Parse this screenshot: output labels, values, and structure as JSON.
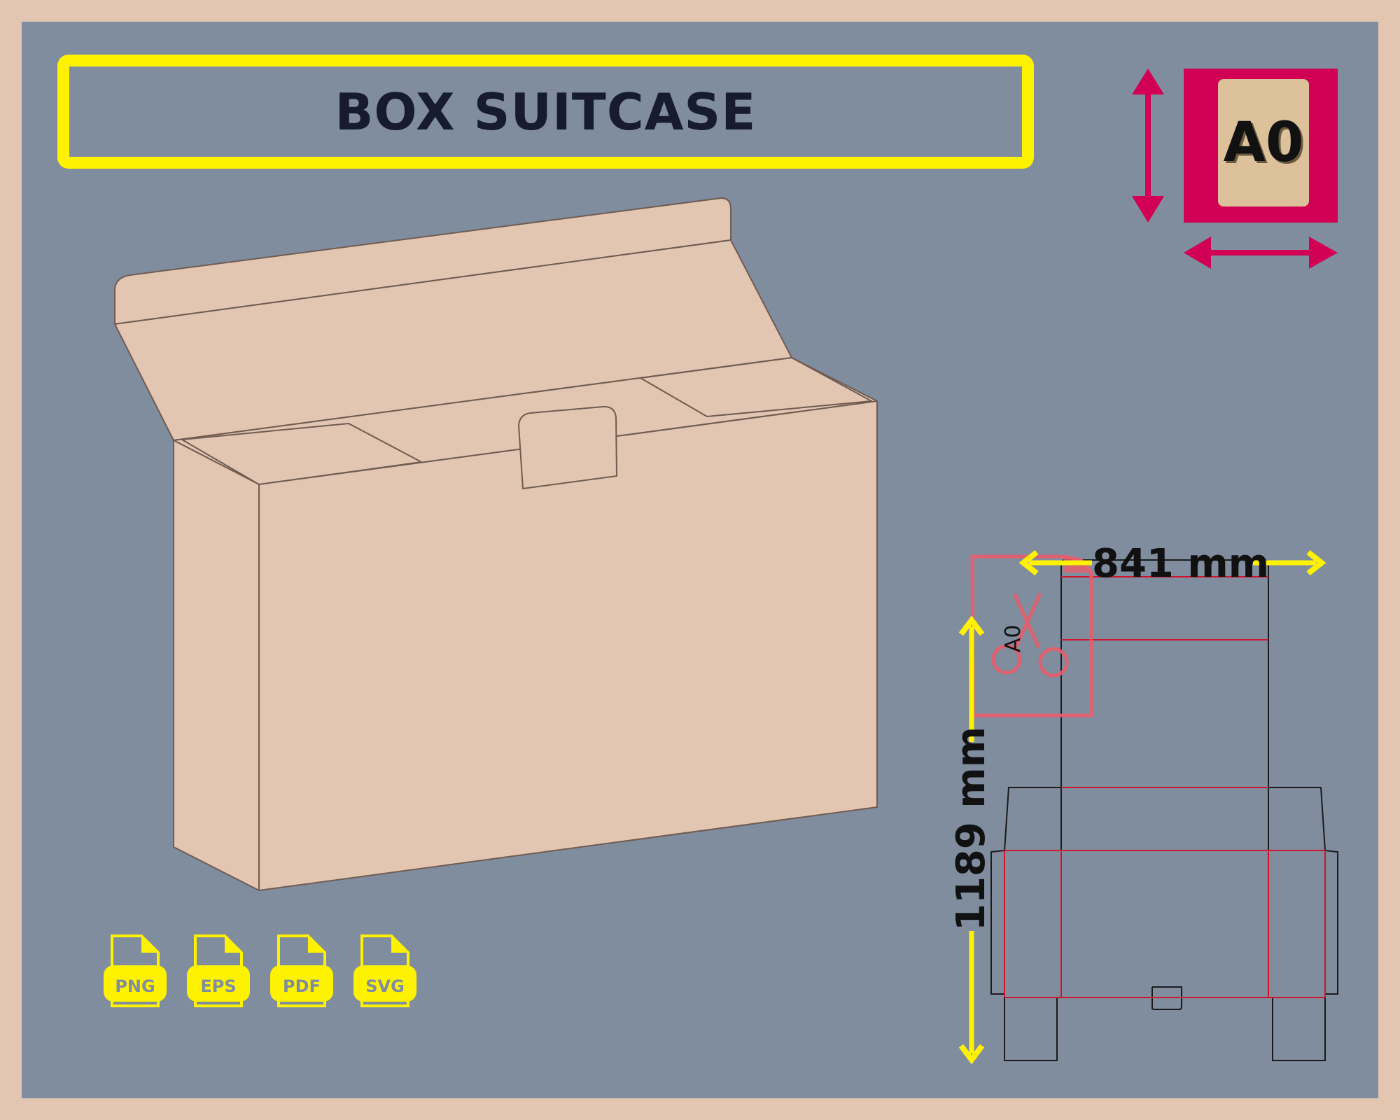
{
  "title": "BOX SUITCASE",
  "paper_size": "A0",
  "dimensions": {
    "width": "841 mm",
    "height": "1189 mm"
  },
  "file_formats": [
    "PNG",
    "EPS",
    "PDF",
    "SVG"
  ],
  "colors": {
    "background_border": "#e2c6b1",
    "panel": "#808d9f",
    "title_frame": "#fff200",
    "badge": "#d20054",
    "box_fill": "#e2c6b1",
    "cut_line": "#1a1a1a",
    "fold_line": "#d0142c"
  }
}
